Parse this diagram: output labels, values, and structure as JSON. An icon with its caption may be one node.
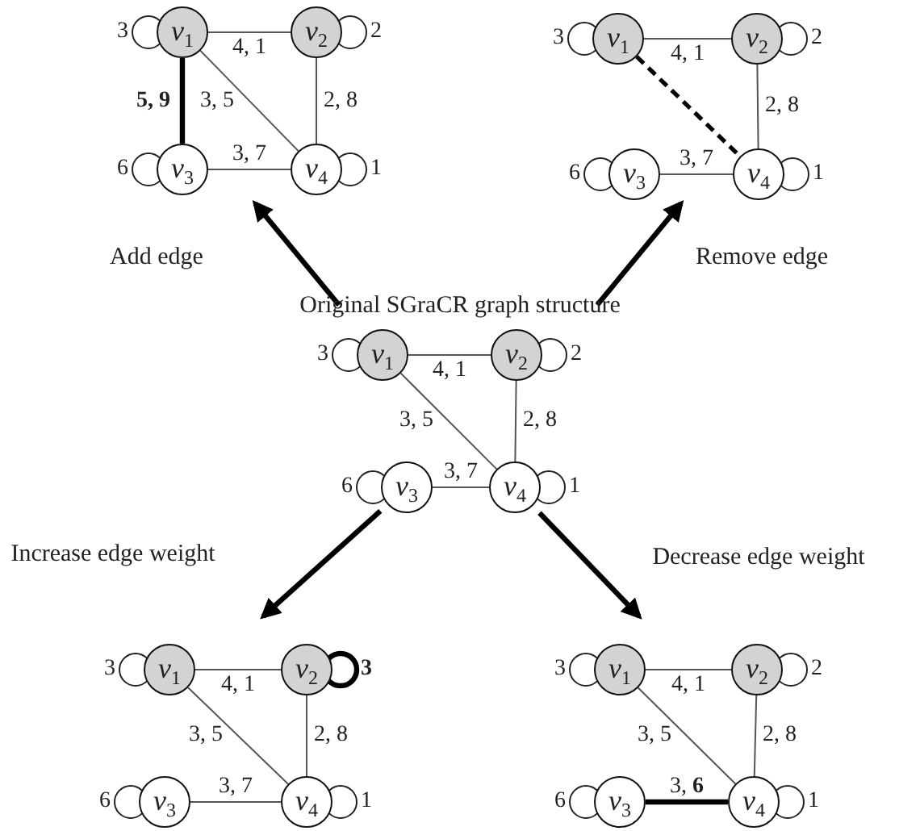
{
  "diagram": {
    "nodes": [
      {
        "text": [
          "*v*$_{1}$"
        ]
      },
      {
        "text": [
          "*v*$_{2}$"
        ]
      },
      {
        "text": [
          "*v*$_{3}$"
        ]
      },
      {
        "text": [
          "*v*$_{4}$"
        ]
      },
      {
        "text": [
          "*v*$_{1}$"
        ]
      },
      {
        "text": [
          "*v*$_{2}$"
        ]
      },
      {
        "text": [
          "*v*$_{3}$"
        ]
      },
      {
        "text": [
          "*v*$_{4}$"
        ]
      },
      {
        "text": [
          "Original SGraCR graph structure"
        ]
      },
      {
        "text": [
          "*v*$_{1}$"
        ]
      },
      {
        "text": [
          "*v*$_{2}$"
        ]
      },
      {
        "text": [
          "*v*$_{3}$"
        ]
      },
      {
        "text": [
          "*v*$_{4}$"
        ]
      },
      {
        "text": [
          "*v*$_{1}$"
        ]
      },
      {
        "text": [
          "*v*$_{2}$"
        ]
      },
      {
        "text": [
          "*v*$_{3}$"
        ]
      },
      {
        "text": [
          "*v*$_{4}$"
        ]
      },
      {
        "text": [
          "*v*$_{1}$"
        ]
      },
      {
        "text": [
          "*v*$_{2}$"
        ]
      },
      {
        "text": [
          "*v*$_{3}$"
        ]
      },
      {
        "text": [
          "*v*$_{4}$"
        ]
      }
    ],
    "edges": [
      {
        "from": 0,
        "to": 0,
        "arrow": "none",
        "label": "3"
      },
      {
        "from": 1,
        "to": 1,
        "arrow": "none",
        "label": "2"
      },
      {
        "from": 2,
        "to": 2,
        "arrow": "none",
        "label": "6"
      },
      {
        "from": 3,
        "to": 3,
        "arrow": "none",
        "label": "1"
      },
      {
        "from": 0,
        "to": 1,
        "arrow": "none",
        "label": "4, 1"
      },
      {
        "from": 0,
        "to": 2,
        "arrow": "none",
        "label": "**5, 9**",
        "style": "thick"
      },
      {
        "from": 0,
        "to": 3,
        "arrow": "none",
        "label": "3, 5"
      },
      {
        "from": 1,
        "to": 3,
        "arrow": "none",
        "label": "2, 8"
      },
      {
        "from": 2,
        "to": 3,
        "arrow": "none",
        "label": "3, 7"
      },
      {
        "from": 4,
        "to": 4,
        "arrow": "none",
        "label": "3"
      },
      {
        "from": 5,
        "to": 5,
        "arrow": "none",
        "label": "2"
      },
      {
        "from": 6,
        "to": 6,
        "arrow": "none",
        "label": "6"
      },
      {
        "from": 7,
        "to": 7,
        "arrow": "none",
        "label": "1"
      },
      {
        "from": 4,
        "to": 5,
        "arrow": "none",
        "label": "4, 1"
      },
      {
        "from": 4,
        "to": 7,
        "arrow": "none",
        "style": "dashed"
      },
      {
        "from": 5,
        "to": 7,
        "arrow": "none",
        "label": "2, 8"
      },
      {
        "from": 6,
        "to": 7,
        "arrow": "none",
        "label": "3, 7"
      },
      {
        "from": 9,
        "to": 9,
        "arrow": "none",
        "label": "3"
      },
      {
        "from": 10,
        "to": 10,
        "arrow": "none",
        "label": "2"
      },
      {
        "from": 11,
        "to": 11,
        "arrow": "none",
        "label": "6"
      },
      {
        "from": 12,
        "to": 12,
        "arrow": "none",
        "label": "1"
      },
      {
        "from": 9,
        "to": 10,
        "arrow": "none",
        "label": "4, 1"
      },
      {
        "from": 9,
        "to": 12,
        "arrow": "none",
        "label": "3, 5"
      },
      {
        "from": 10,
        "to": 12,
        "arrow": "none",
        "label": "2, 8"
      },
      {
        "from": 11,
        "to": 12,
        "arrow": "none",
        "label": "3, 7"
      },
      {
        "from": 13,
        "to": 13,
        "arrow": "none",
        "label": "3"
      },
      {
        "from": 14,
        "to": 14,
        "arrow": "none",
        "label": "**3**",
        "style": "thick"
      },
      {
        "from": 15,
        "to": 15,
        "arrow": "none",
        "label": "6"
      },
      {
        "from": 16,
        "to": 16,
        "arrow": "none",
        "label": "1"
      },
      {
        "from": 13,
        "to": 14,
        "arrow": "none",
        "label": "4, 1"
      },
      {
        "from": 13,
        "to": 16,
        "arrow": "none",
        "label": "3, 5"
      },
      {
        "from": 14,
        "to": 16,
        "arrow": "none",
        "label": "2, 8"
      },
      {
        "from": 15,
        "to": 16,
        "arrow": "none",
        "label": "3, 7"
      },
      {
        "from": 17,
        "to": 17,
        "arrow": "none",
        "label": "3"
      },
      {
        "from": 18,
        "to": 18,
        "arrow": "none",
        "label": "2"
      },
      {
        "from": 19,
        "to": 19,
        "arrow": "none",
        "label": "6"
      },
      {
        "from": 20,
        "to": 20,
        "arrow": "none",
        "label": "1"
      },
      {
        "from": 17,
        "to": 18,
        "arrow": "none",
        "label": "4, 1"
      },
      {
        "from": 17,
        "to": 20,
        "arrow": "none",
        "label": "3, 5"
      },
      {
        "from": 18,
        "to": 20,
        "arrow": "none",
        "label": "2, 8"
      },
      {
        "from": 19,
        "to": 20,
        "arrow": "none",
        "label": "3, **6**",
        "style": "thick"
      },
      {
        "from": 8,
        "to": 3,
        "arrow": "to",
        "label": "Add edge",
        "style": "thick"
      },
      {
        "from": 8,
        "to": 6,
        "arrow": "to",
        "label": "Remove edge",
        "style": "thick"
      },
      {
        "from": 11,
        "to": 14,
        "arrow": "to",
        "label": "Increase edge weight",
        "style": "thick"
      },
      {
        "from": 12,
        "to": 17,
        "arrow": "to",
        "label": "Decrease edge weight",
        "style": "thick"
      }
    ]
  }
}
